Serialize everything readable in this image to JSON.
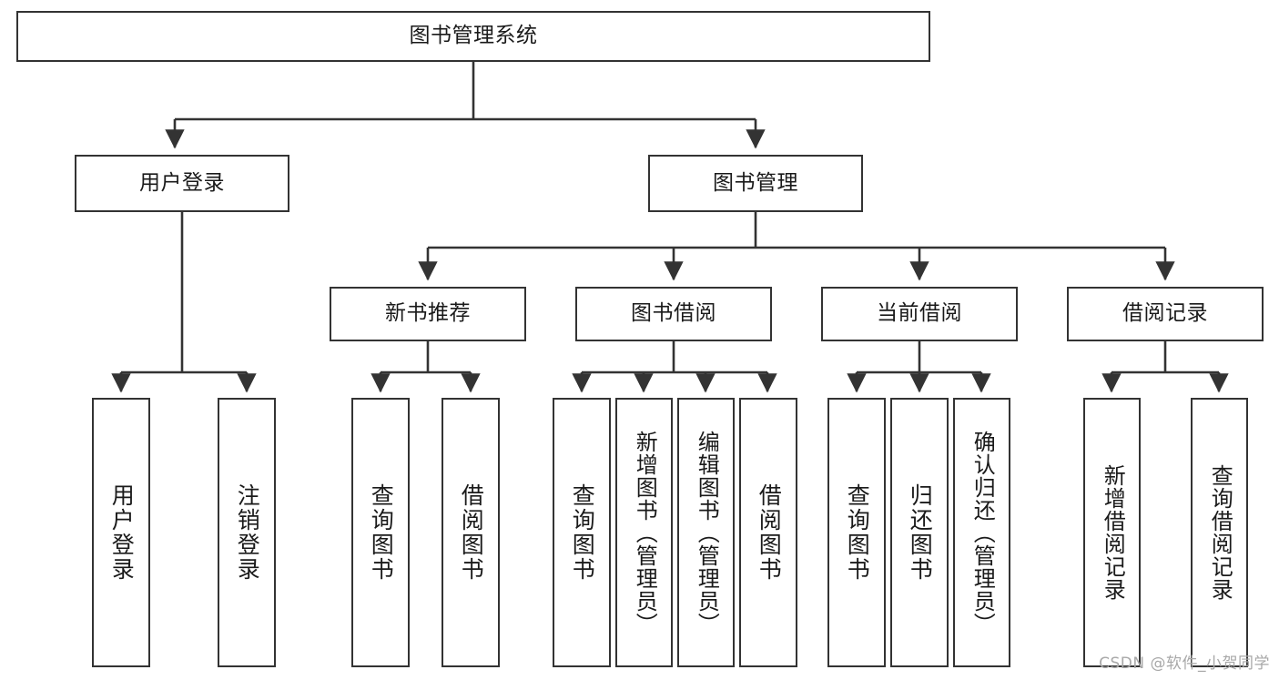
{
  "diagram": {
    "title": "图书管理系统",
    "type": "tree-hierarchy",
    "colors": {
      "stroke": "#333333",
      "fill": "#ffffff",
      "text": "#1a1a1a",
      "watermark": "#a8a8a8"
    },
    "root": {
      "label": "图书管理系统"
    },
    "level1": [
      {
        "id": "user-login",
        "label": "用户登录"
      },
      {
        "id": "book-manage",
        "label": "图书管理"
      }
    ],
    "level2": [
      {
        "id": "new-book-recommend",
        "label": "新书推荐"
      },
      {
        "id": "book-borrow",
        "label": "图书借阅"
      },
      {
        "id": "current-borrow",
        "label": "当前借阅"
      },
      {
        "id": "borrow-record",
        "label": "借阅记录"
      }
    ],
    "leaves": {
      "user_login": [
        {
          "id": "leaf-user-login",
          "label": "用户登录"
        },
        {
          "id": "leaf-logout-login",
          "label": "注销登录"
        }
      ],
      "new_book_recommend": [
        {
          "id": "leaf-query-book-1",
          "label": "查询图书"
        },
        {
          "id": "leaf-borrow-book-1",
          "label": "借阅图书"
        }
      ],
      "book_borrow": [
        {
          "id": "leaf-query-book-2",
          "label": "查询图书"
        },
        {
          "id": "leaf-add-book",
          "label": "新增图书（管理员）"
        },
        {
          "id": "leaf-edit-book",
          "label": "编辑图书（管理员）"
        },
        {
          "id": "leaf-borrow-book-2",
          "label": "借阅图书"
        }
      ],
      "current_borrow": [
        {
          "id": "leaf-query-book-3",
          "label": "查询图书"
        },
        {
          "id": "leaf-return-book",
          "label": "归还图书"
        },
        {
          "id": "leaf-confirm-return",
          "label": "确认归还（管理员）"
        }
      ],
      "borrow_record": [
        {
          "id": "leaf-add-record",
          "label": "新增借阅记录"
        },
        {
          "id": "leaf-query-record",
          "label": "查询借阅记录"
        }
      ]
    }
  },
  "watermark": {
    "text": "CSDN @软件_小贺同学"
  }
}
